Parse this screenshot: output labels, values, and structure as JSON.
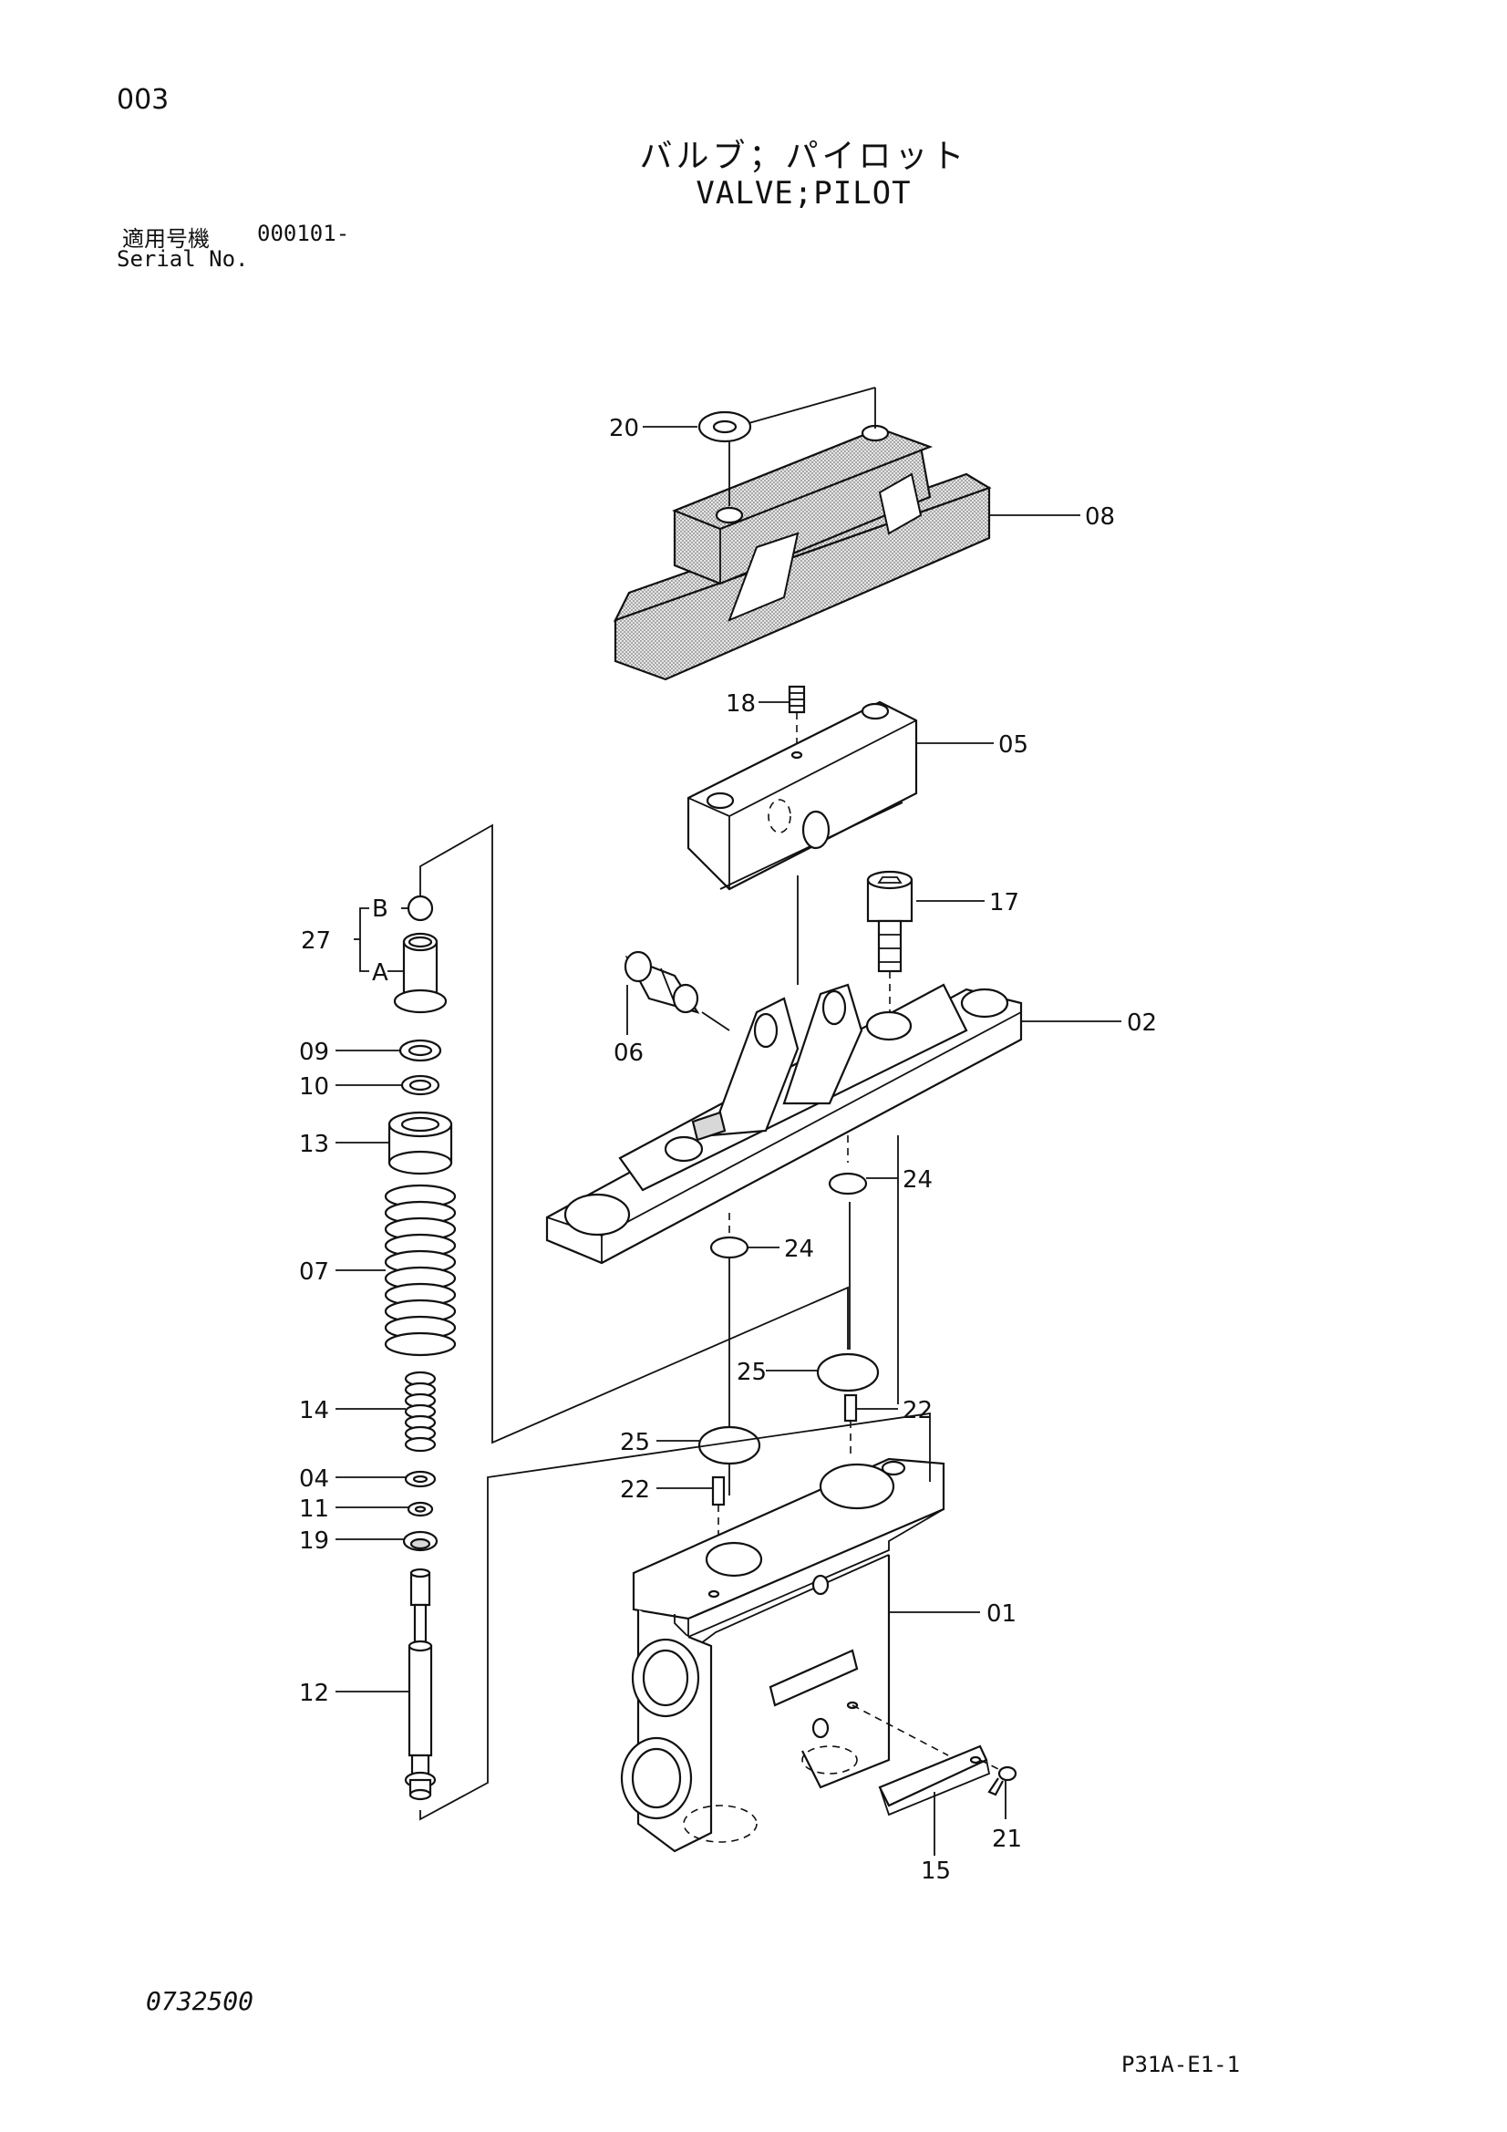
{
  "header": {
    "page_number": "003",
    "title_jp": "バルブ；パイロット",
    "title_en": "VALVE;PILOT",
    "serial_label_jp": "適用号機",
    "serial_value": "000101-",
    "serial_label_en": "Serial No."
  },
  "footer": {
    "doc_code": "0732500",
    "figure_code": "P31A-E1-1"
  },
  "callouts": [
    {
      "id": "c20",
      "text": "20"
    },
    {
      "id": "c08",
      "text": "08"
    },
    {
      "id": "c18",
      "text": "18"
    },
    {
      "id": "c05",
      "text": "05"
    },
    {
      "id": "c17",
      "text": "17"
    },
    {
      "id": "c02",
      "text": "02"
    },
    {
      "id": "c06",
      "text": "06"
    },
    {
      "id": "c27",
      "text": "27"
    },
    {
      "id": "cB",
      "text": "B"
    },
    {
      "id": "cA",
      "text": "A"
    },
    {
      "id": "c09",
      "text": "09"
    },
    {
      "id": "c10",
      "text": "10"
    },
    {
      "id": "c13",
      "text": "13"
    },
    {
      "id": "c07",
      "text": "07"
    },
    {
      "id": "c14",
      "text": "14"
    },
    {
      "id": "c04",
      "text": "04"
    },
    {
      "id": "c11",
      "text": "11"
    },
    {
      "id": "c19",
      "text": "19"
    },
    {
      "id": "c12",
      "text": "12"
    },
    {
      "id": "c24a",
      "text": "24"
    },
    {
      "id": "c24b",
      "text": "24"
    },
    {
      "id": "c25a",
      "text": "25"
    },
    {
      "id": "c25b",
      "text": "25"
    },
    {
      "id": "c22a",
      "text": "22"
    },
    {
      "id": "c22b",
      "text": "22"
    },
    {
      "id": "c01",
      "text": "01"
    },
    {
      "id": "c21",
      "text": "21"
    },
    {
      "id": "c15",
      "text": "15"
    }
  ]
}
